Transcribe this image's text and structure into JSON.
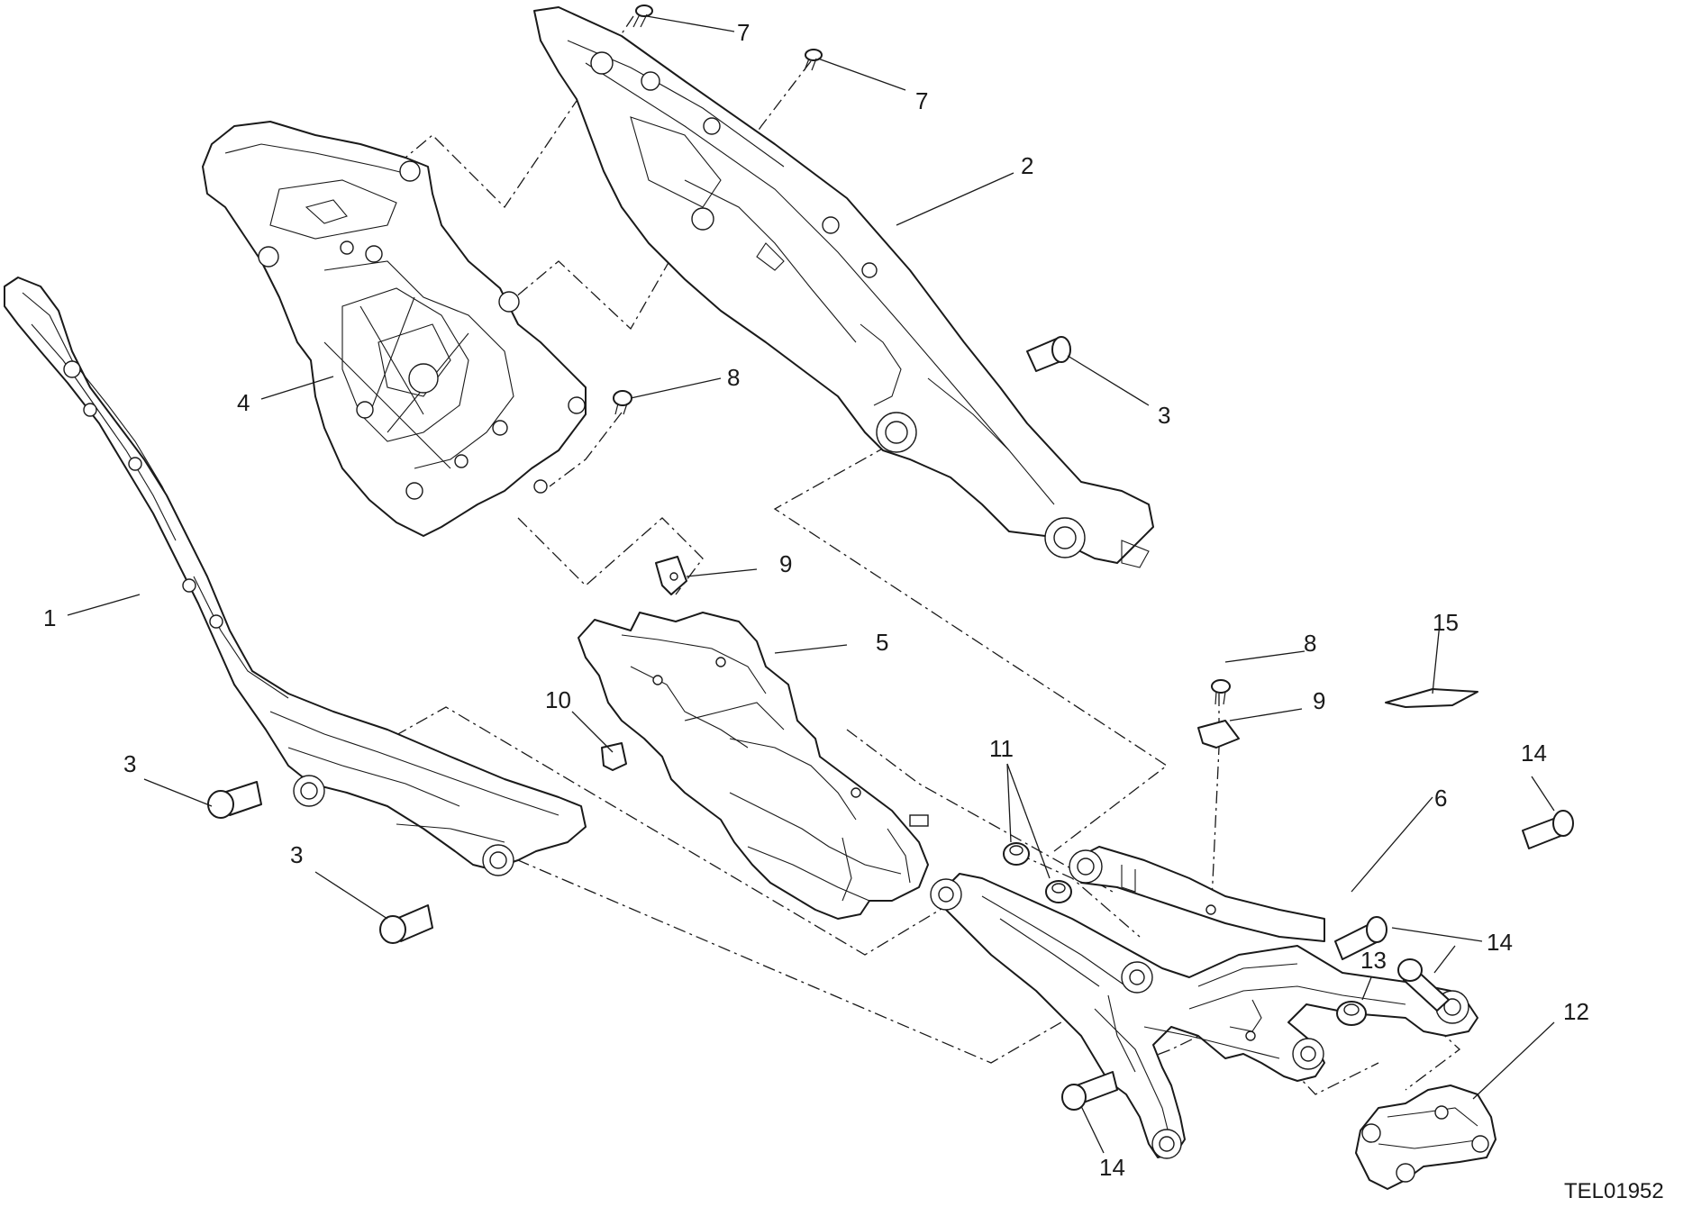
{
  "diagram": {
    "reference_code": "TEL01952",
    "callouts": {
      "c1": "1",
      "c2": "2",
      "c3a": "3",
      "c3b": "3",
      "c3c": "3",
      "c4": "4",
      "c5": "5",
      "c6": "6",
      "c7a": "7",
      "c7b": "7",
      "c8a": "8",
      "c8b": "8",
      "c9a": "9",
      "c9b": "9",
      "c10": "10",
      "c11": "11",
      "c12": "12",
      "c13": "13",
      "c14a": "14",
      "c14b": "14",
      "c14c": "14",
      "c15": "15"
    }
  }
}
